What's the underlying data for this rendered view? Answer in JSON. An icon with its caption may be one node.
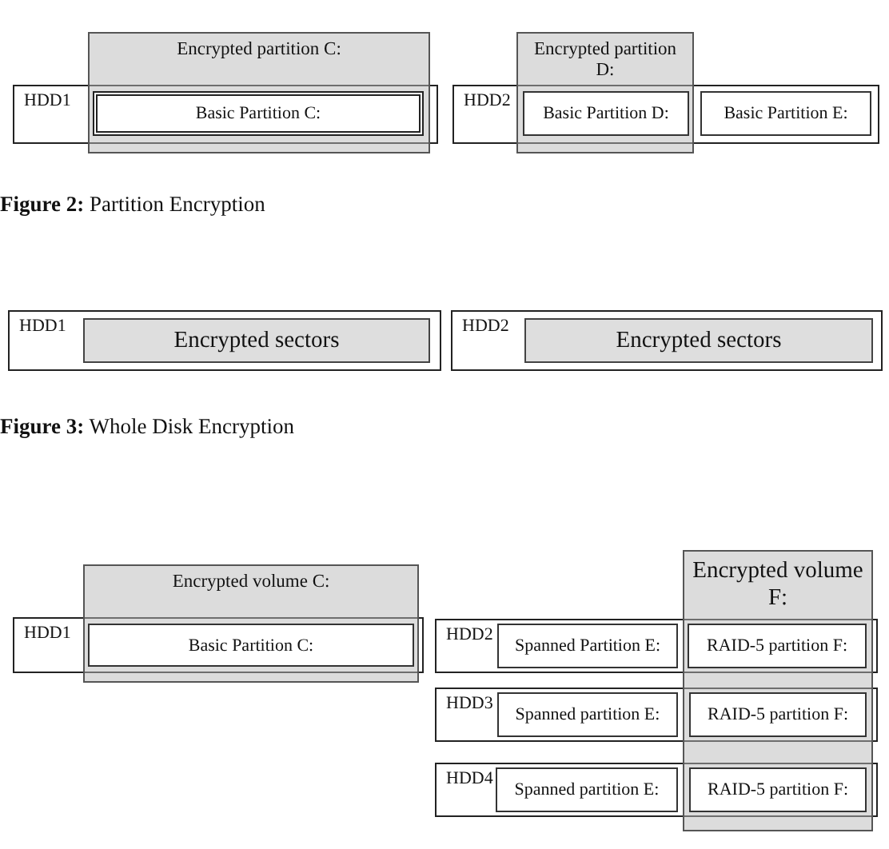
{
  "diagram": {
    "nodes": [
      {
        "text": [
          "Encrypted partition C:"
        ]
      },
      {
        "text": [
          "HDD1"
        ]
      },
      {
        "text": [
          "Basic Partition C:"
        ],
        "in": 1
      },
      {
        "text": [
          "Encrypted partition D:"
        ]
      },
      {
        "text": [
          "HDD2"
        ]
      },
      {
        "text": [
          "Basic Partition D:"
        ]
      },
      {
        "text": [
          "Basic Partition E:"
        ],
        "in": 4
      },
      {
        "text": [
          "HDD1"
        ]
      },
      {
        "text": [
          "Encrypted sectors"
        ],
        "in": 7
      },
      {
        "text": [
          "HDD2"
        ]
      },
      {
        "text": [
          "Encrypted sectors"
        ],
        "in": 9
      },
      {
        "text": [
          "Encrypted volume C:"
        ]
      },
      {
        "text": [
          "Encrypted volume F:"
        ]
      },
      {
        "text": [
          "HDD1"
        ]
      },
      {
        "text": [
          "Basic Partition C:"
        ],
        "in": 13
      },
      {
        "text": [
          "HDD2"
        ]
      },
      {
        "text": [
          "Spanned Partition E:"
        ],
        "in": 15
      },
      {
        "text": [
          "RAID-5 partition F:"
        ]
      },
      {
        "text": [
          "HDD3"
        ]
      },
      {
        "text": [
          "Spanned partition E:"
        ],
        "in": 18
      },
      {
        "text": [
          "RAID-5 partition F:"
        ]
      },
      {
        "text": [
          "HDD4"
        ]
      },
      {
        "text": [
          "Spanned partition E:"
        ],
        "in": 21
      },
      {
        "text": [
          "RAID-5 partition F:"
        ]
      }
    ],
    "labels": [
      "**Figure 2:** Partition Encryption",
      "**Figure 3:** Whole Disk Encryption"
    ]
  }
}
